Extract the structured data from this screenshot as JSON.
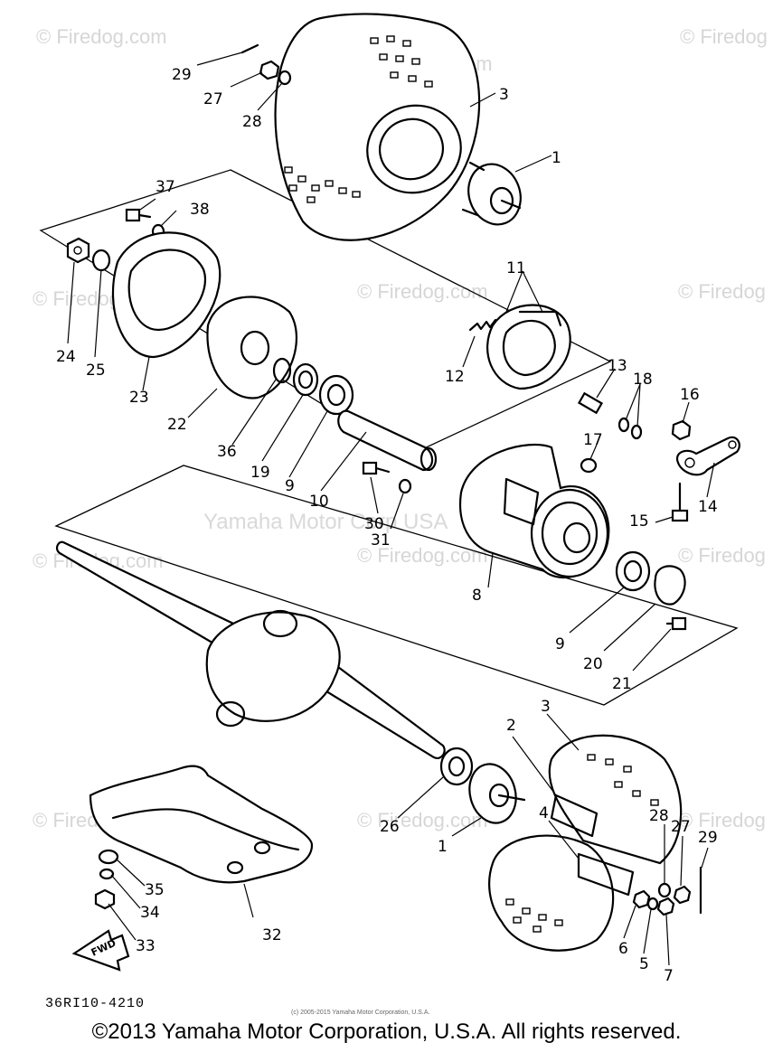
{
  "watermark": {
    "text": "© Firedog.com",
    "text_short": "© Firedog",
    "brand": "Yamaha Motor Corp USA"
  },
  "callouts": {
    "n1": "1",
    "n2": "2",
    "n3": "3",
    "n4": "4",
    "n5": "5",
    "n6": "6",
    "n7": "7",
    "n8": "8",
    "n9": "9",
    "n10": "10",
    "n11": "11",
    "n12": "12",
    "n13": "13",
    "n14": "14",
    "n15": "15",
    "n16": "16",
    "n17": "17",
    "n18": "18",
    "n19": "19",
    "n20": "20",
    "n21": "21",
    "n22": "22",
    "n23": "23",
    "n24": "24",
    "n25": "25",
    "n26": "26",
    "n27": "27",
    "n28": "28",
    "n29": "29",
    "n30": "30",
    "n31": "31",
    "n32": "32",
    "n33": "33",
    "n34": "34",
    "n35": "35",
    "n36": "36",
    "n37": "37",
    "n38": "38"
  },
  "fwd_label": "FWD",
  "diagram_code": "36RI10-4210",
  "small_copyright": "(c) 2005-2015 Yamaha Motor Corporation, U.S.A.",
  "footer_copyright": "©2013 Yamaha Motor Corporation, U.S.A. All rights reserved."
}
